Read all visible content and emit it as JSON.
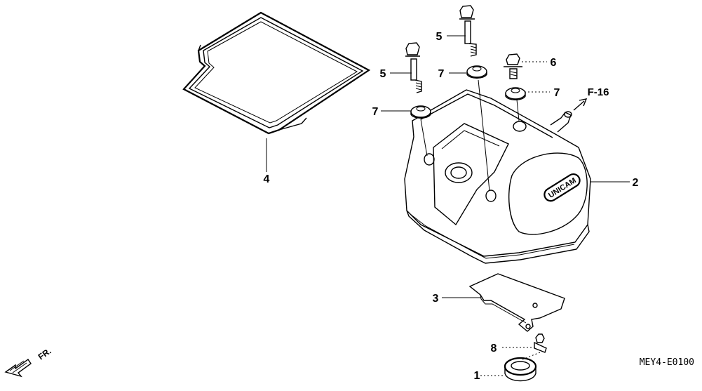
{
  "diagram": {
    "reference_code": "MEY4-E0100",
    "cross_reference": "F-16",
    "front_indicator": "FR.",
    "cover_emboss": "UNICAM",
    "callouts": [
      {
        "id": "1",
        "label": "1"
      },
      {
        "id": "2",
        "label": "2"
      },
      {
        "id": "3",
        "label": "3"
      },
      {
        "id": "4",
        "label": "4"
      },
      {
        "id": "5a",
        "label": "5"
      },
      {
        "id": "5b",
        "label": "5"
      },
      {
        "id": "6",
        "label": "6"
      },
      {
        "id": "7a",
        "label": "7"
      },
      {
        "id": "7b",
        "label": "7"
      },
      {
        "id": "7c",
        "label": "7"
      },
      {
        "id": "8",
        "label": "8"
      }
    ]
  }
}
